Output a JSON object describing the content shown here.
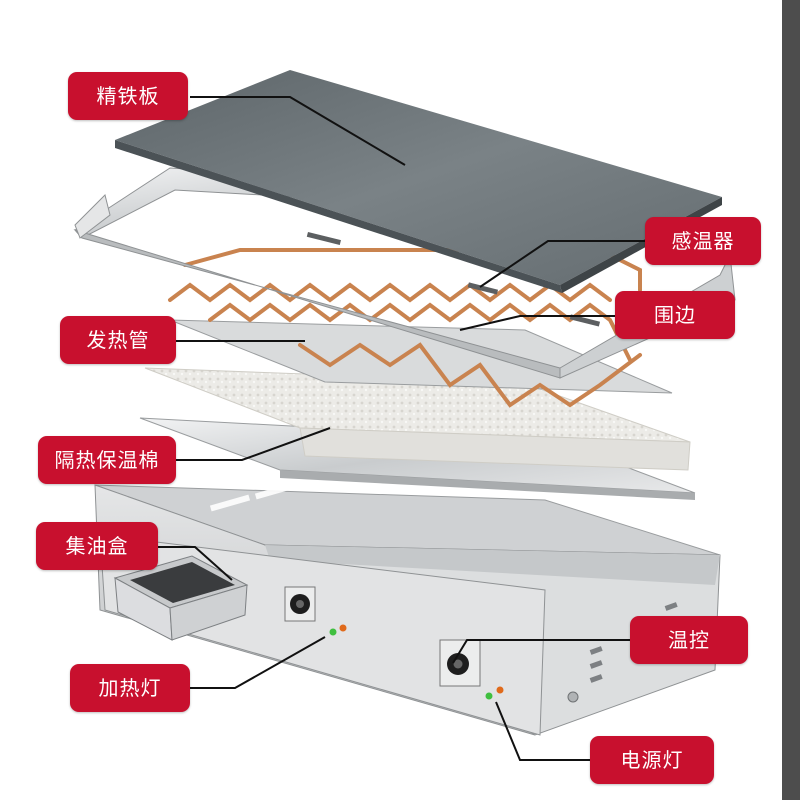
{
  "labels": {
    "iron_plate": "精铁板",
    "temp_sensor": "感温器",
    "side_frame": "围边",
    "heating_tube": "发热管",
    "insulation": "隔热保温棉",
    "oil_box": "集油盒",
    "thermostat": "温控",
    "heating_light": "加热灯",
    "power_light": "电源灯"
  },
  "colors": {
    "callout": "#c8102e",
    "leader": "#111111",
    "plate": "#6b7377",
    "copper": "#c9834f",
    "steel": "#d6d8da"
  }
}
